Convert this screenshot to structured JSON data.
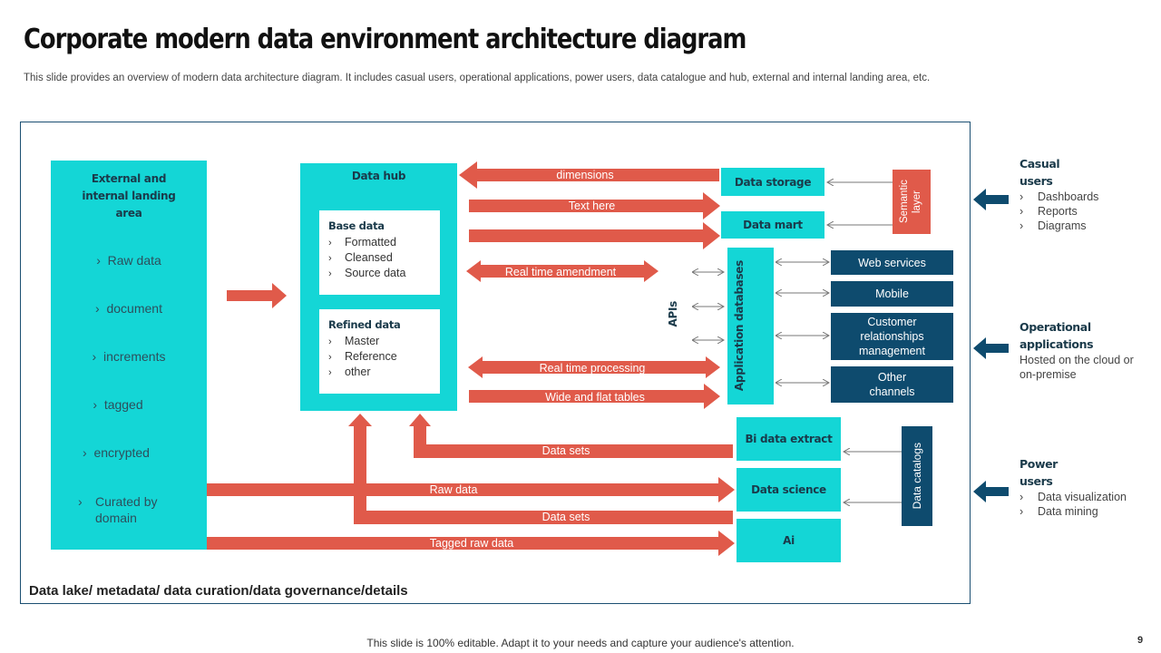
{
  "title": "Corporate modern data environment architecture diagram",
  "subtitle": "This slide provides an overview of modern data architecture diagram. It includes casual users, operational applications, power users, data catalogue and hub, external and internal landing area, etc.",
  "landing": {
    "title": "External and internal landing area",
    "items": [
      "Raw data",
      "document",
      "increments",
      "tagged",
      "encrypted",
      "Curated by domain"
    ]
  },
  "hub": {
    "title": "Data hub",
    "base": {
      "title": "Base data",
      "items": [
        "Formatted",
        "Cleansed",
        "Source data"
      ]
    },
    "refined": {
      "title": "Refined data",
      "items": [
        "Master",
        "Reference",
        "other"
      ]
    }
  },
  "arrows": {
    "dimensions": "dimensions",
    "text_here": "Text here",
    "real_time_amendment": "Real time amendment",
    "real_time_processing": "Real time processing",
    "wide_flat": "Wide and flat tables",
    "data_sets_1": "Data sets",
    "raw_data": "Raw data",
    "data_sets_2": "Data sets",
    "tagged_raw": "Tagged raw data"
  },
  "apis_label": "APIs",
  "boxes": {
    "data_storage": "Data storage",
    "data_mart": "Data mart",
    "semantic_layer": "Semantic layer",
    "app_db": "Application databases",
    "bi_extract": "Bi data extract",
    "data_science": "Data science",
    "ai": "Ai",
    "data_catalogs": "Data catalogs"
  },
  "channels": [
    "Web services",
    "Mobile",
    "Customer relationships management",
    "Other channels"
  ],
  "footer_label": "Data lake/ metadata/ data curation/data governance/details",
  "users": {
    "casual": {
      "title": "Casual users",
      "items": [
        "Dashboards",
        "Reports",
        "Diagrams"
      ]
    },
    "operational": {
      "title": "Operational applications",
      "desc": "Hosted on the cloud or on-premise"
    },
    "power": {
      "title": "Power users",
      "items": [
        "Data visualization",
        "Data mining"
      ]
    }
  },
  "chevron": "›",
  "bottom_note": "This slide is 100% editable. Adapt it to your needs and capture your audience's attention.",
  "page_number": "9",
  "colors": {
    "cyan": "#14d6d6",
    "navy": "#0e4b6e",
    "arrow": "#e05a4a",
    "frame": "#1b4f72"
  }
}
